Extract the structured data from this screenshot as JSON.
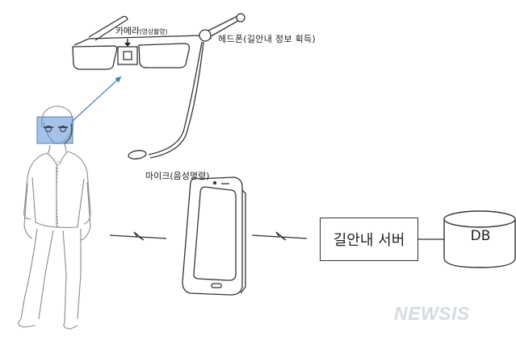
{
  "labels": {
    "camera": "카메라",
    "camera_sub": "(영상촬영)",
    "headphone": "헤드폰(길안내 정보 획득)",
    "mic": "마이크(음성명령)",
    "server": "길안내 서버",
    "db": "DB"
  },
  "watermark": "NEWSIS",
  "colors": {
    "line": "#333333",
    "arrow": "#3d7fc4",
    "highlight": "#5b8fd6"
  }
}
